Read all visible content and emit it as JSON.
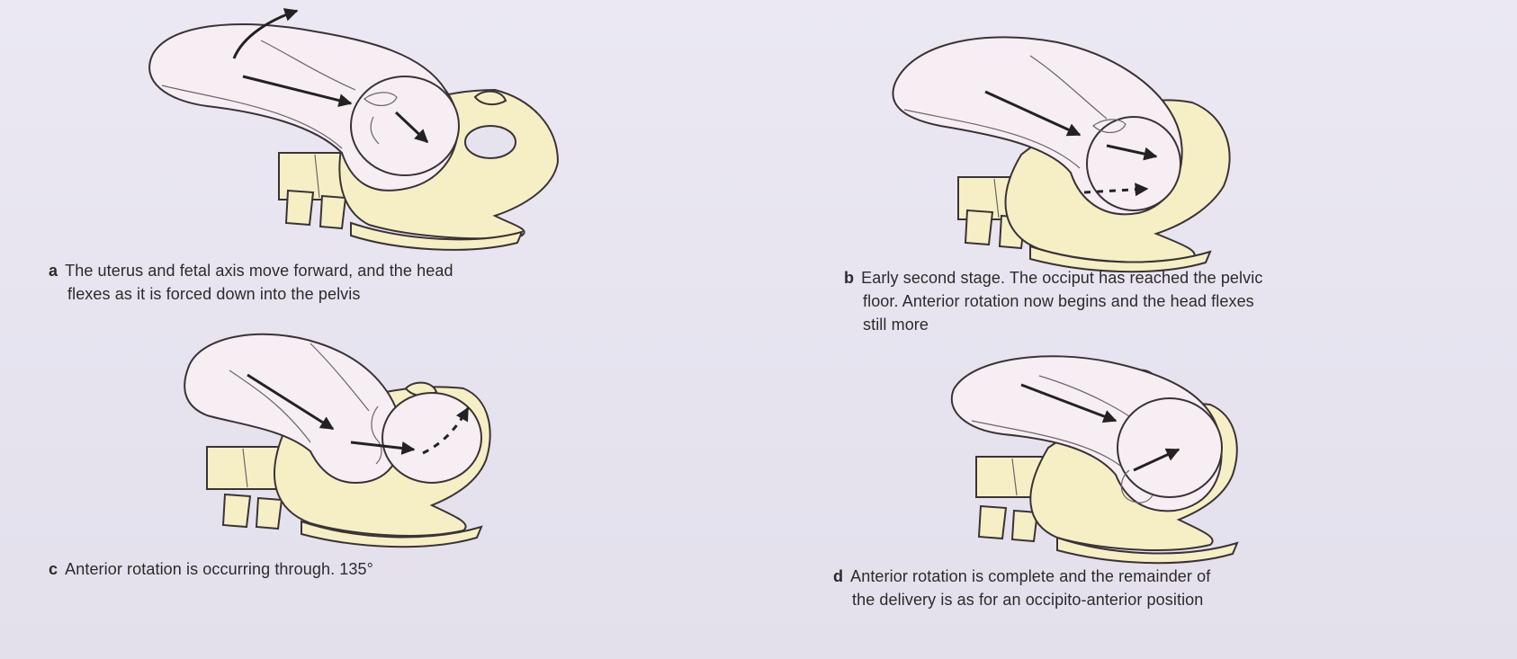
{
  "panels": [
    {
      "letter": "a",
      "caption_line1": "The uterus and fetal axis move forward, and the head",
      "caption_line2": "flexes as it is forced down into the pelvis",
      "caption_line3": ""
    },
    {
      "letter": "b",
      "caption_line1": "Early second stage. The occiput has reached the pelvic",
      "caption_line2": "floor.  Anterior rotation now begins and the head flexes",
      "caption_line3": "still more"
    },
    {
      "letter": "c",
      "caption_line1": "Anterior rotation is occurring through. 135°",
      "caption_line2": "",
      "caption_line3": ""
    },
    {
      "letter": "d",
      "caption_line1": "Anterior rotation is complete and the remainder of",
      "caption_line2": "the delivery is as for an occipito-anterior position",
      "caption_line3": ""
    }
  ],
  "colors": {
    "background": "#e7e4f0",
    "uterus_fill": "#f6eef3",
    "bone_fill": "#f6efc6",
    "outline": "#3a3336",
    "text": "#2e2a2a"
  }
}
